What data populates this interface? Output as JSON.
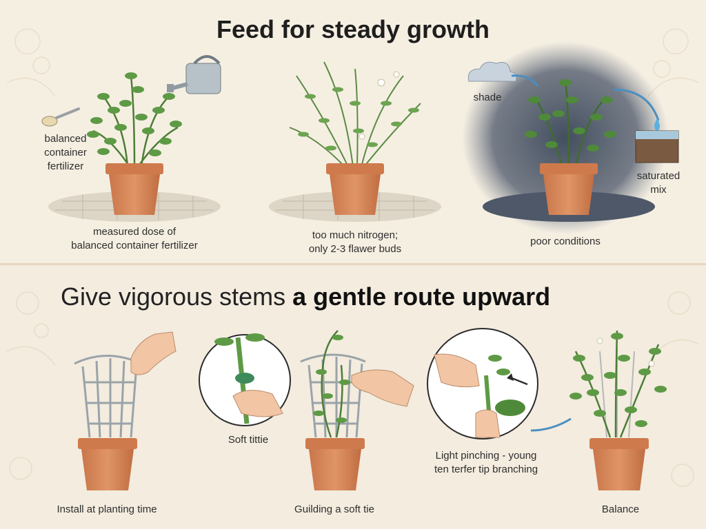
{
  "top": {
    "title": "Feed for steady growth",
    "scenes": [
      {
        "side_label": "balanced\ncontainer\nfertilizer",
        "caption_line1": "measured dose of",
        "caption_line2": "balanced container fertilizer"
      },
      {
        "caption_line1": "too much nitrogen;",
        "caption_line2": "only 2-3 flawer buds"
      },
      {
        "shade_label": "shade",
        "mix_label_line1": "saturated",
        "mix_label_line2": "mix",
        "caption_line1": "poor conditions"
      }
    ]
  },
  "bottom": {
    "title_regular": "Give vigorous stems ",
    "title_bold": "a gentle route upward",
    "steps": [
      {
        "caption": "Install at planting time"
      },
      {
        "inset_label": "Soft tittie",
        "caption": "Guilding a soft tie"
      },
      {
        "inset_label_line1": "Light pinching - young",
        "inset_label_line2": "ten terfer tip branching"
      },
      {
        "caption": "Balance"
      }
    ]
  },
  "colors": {
    "pot": "#d9885a",
    "pot_rim": "#cf7a4c",
    "leaf": "#5e9a45",
    "stem": "#4c7d36",
    "trellis": "#9aa3a8",
    "shade": "#3a4658"
  }
}
